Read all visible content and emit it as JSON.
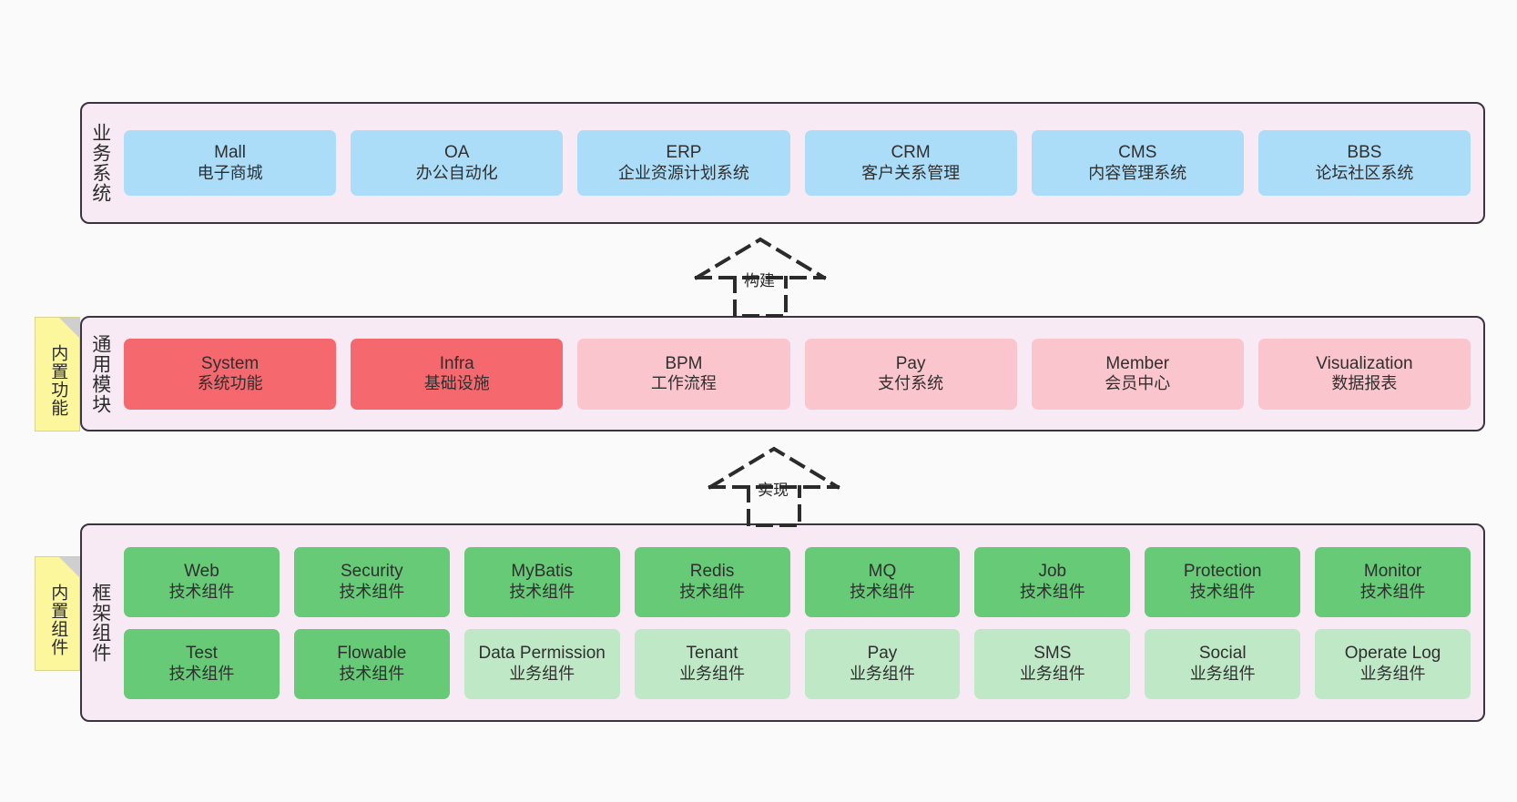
{
  "diagram": {
    "title_hidden": "",
    "colors": {
      "canvas_bg": "#fafafa",
      "layer_bg": "#f8eaf4",
      "layer_border": "#3a3340",
      "business_box": "#abddf9",
      "module_primary": "#f4686e",
      "module_secondary": "#fac5cd",
      "tech_component": "#66ca77",
      "business_component": "#bfe8c6",
      "note_bg": "#fcf69c",
      "note_fold": "#cfcfcf"
    }
  },
  "layers": {
    "business": {
      "title": "业务系统",
      "items": [
        {
          "en": "Mall",
          "cn": "电子商城"
        },
        {
          "en": "OA",
          "cn": "办公自动化"
        },
        {
          "en": "ERP",
          "cn": "企业资源计划系统"
        },
        {
          "en": "CRM",
          "cn": "客户关系管理"
        },
        {
          "en": "CMS",
          "cn": "内容管理系统"
        },
        {
          "en": "BBS",
          "cn": "论坛社区系统"
        }
      ]
    },
    "common": {
      "title": "通用模块",
      "note": "内置功能",
      "items": [
        {
          "en": "System",
          "cn": "系统功能",
          "tone": "primary"
        },
        {
          "en": "Infra",
          "cn": "基础设施",
          "tone": "primary"
        },
        {
          "en": "BPM",
          "cn": "工作流程",
          "tone": "secondary"
        },
        {
          "en": "Pay",
          "cn": "支付系统",
          "tone": "secondary"
        },
        {
          "en": "Member",
          "cn": "会员中心",
          "tone": "secondary"
        },
        {
          "en": "Visualization",
          "cn": "数据报表",
          "tone": "secondary"
        }
      ]
    },
    "framework": {
      "title": "框架组件",
      "note": "内置组件",
      "row1": [
        {
          "en": "Web",
          "cn": "技术组件"
        },
        {
          "en": "Security",
          "cn": "技术组件"
        },
        {
          "en": "MyBatis",
          "cn": "技术组件"
        },
        {
          "en": "Redis",
          "cn": "技术组件"
        },
        {
          "en": "MQ",
          "cn": "技术组件"
        },
        {
          "en": "Job",
          "cn": "技术组件"
        },
        {
          "en": "Protection",
          "cn": "技术组件"
        },
        {
          "en": "Monitor",
          "cn": "技术组件"
        }
      ],
      "row2": [
        {
          "en": "Test",
          "cn": "技术组件",
          "tone": "tech"
        },
        {
          "en": "Flowable",
          "cn": "技术组件",
          "tone": "tech"
        },
        {
          "en": "Data Permission",
          "cn": "业务组件",
          "tone": "business"
        },
        {
          "en": "Tenant",
          "cn": "业务组件",
          "tone": "business"
        },
        {
          "en": "Pay",
          "cn": "业务组件",
          "tone": "business"
        },
        {
          "en": "SMS",
          "cn": "业务组件",
          "tone": "business"
        },
        {
          "en": "Social",
          "cn": "业务组件",
          "tone": "business"
        },
        {
          "en": "Operate Log",
          "cn": "业务组件",
          "tone": "business"
        }
      ]
    }
  },
  "connectors": [
    {
      "id": "build",
      "label": "构建",
      "from": "common",
      "to": "business",
      "style": "dashed-hollow-arrow"
    },
    {
      "id": "impl",
      "label": "实现",
      "from": "framework",
      "to": "common",
      "style": "dashed-hollow-arrow"
    }
  ]
}
